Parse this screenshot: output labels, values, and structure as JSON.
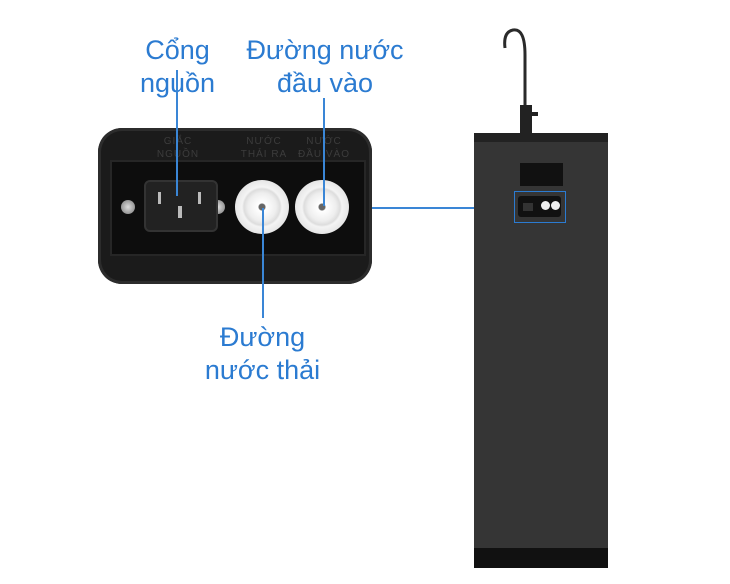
{
  "labels": {
    "power_port": [
      "Cổng",
      "nguồn"
    ],
    "water_inlet": [
      "Đường nước",
      "đầu vào"
    ],
    "waste_water": [
      "Đường",
      "nước thải"
    ]
  },
  "panel_text": {
    "power": [
      "GIẮC",
      "NGUỒN"
    ],
    "waste": [
      "NƯỚC",
      "THẢI RA"
    ],
    "inlet": [
      "NƯỚC",
      "ĐẦU VÀO"
    ]
  },
  "colors": {
    "accent": "#2b7bd1",
    "cabinet": "#353535"
  }
}
